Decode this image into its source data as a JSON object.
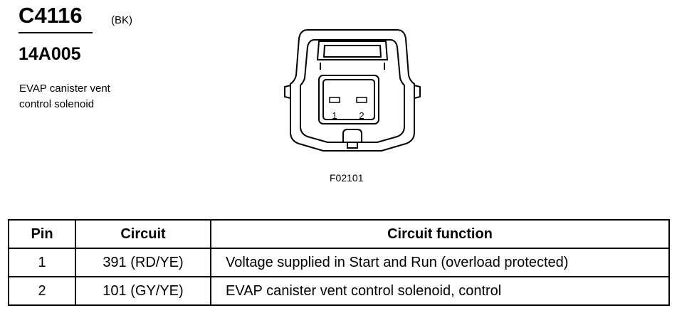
{
  "header": {
    "connector_id": "C4116",
    "color_code": "(BK)",
    "part_number": "14A005",
    "description_line1": "EVAP canister vent",
    "description_line2": "control solenoid"
  },
  "figure": {
    "pin_labels": [
      "1",
      "2"
    ],
    "code": "F02101"
  },
  "table": {
    "headers": [
      "Pin",
      "Circuit",
      "Circuit function"
    ],
    "rows": [
      [
        "1",
        "391 (RD/YE)",
        "Voltage supplied in Start and Run (overload protected)"
      ],
      [
        "2",
        "101 (GY/YE)",
        "EVAP canister vent control solenoid, control"
      ]
    ]
  }
}
